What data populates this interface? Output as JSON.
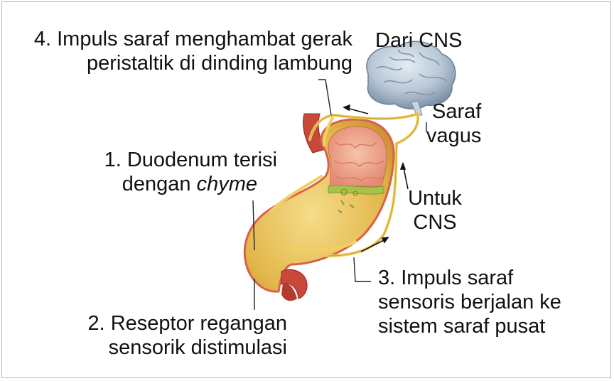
{
  "labels": {
    "step4_line1": "4. Impuls saraf menghambat gerak",
    "step4_line2": "peristaltik di dinding lambung",
    "from_cns": "Dari CNS",
    "vagus_line1": "Saraf",
    "vagus_line2": "vagus",
    "step1_line1": "1. Duodenum terisi",
    "step1_line2_plain": "dengan ",
    "step1_line2_italic": "chyme",
    "to_cns_line1": "Untuk",
    "to_cns_line2": "CNS",
    "step3_line1": "3. Impuls saraf",
    "step3_line2": "sensoris berjalan ke",
    "step3_line3": "sistem saraf pusat",
    "step2_line1": "2. Reseptor regangan",
    "step2_line2": "sensorik distimulasi"
  },
  "colors": {
    "brain": "#b9c8d8",
    "stomach_body": "#e2b64a",
    "stomach_lining": "#e8917a",
    "duodenum_red": "#c8483a",
    "nerve": "#f2d060",
    "text": "#111111"
  }
}
